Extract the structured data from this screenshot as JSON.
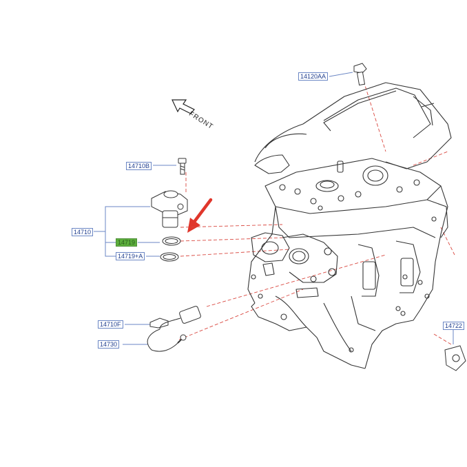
{
  "labels": {
    "l14120AA": "14120AA",
    "l14710B": "14710B",
    "l14710": "14710",
    "l14719": "14719",
    "l14719A": "14719+A",
    "l14710F": "14710F",
    "l14730": "14730",
    "l14722": "14722"
  },
  "front_label": "FRONT",
  "colors": {
    "label_text": "#1f3e8e",
    "label_border": "#6a86c4",
    "highlight": "#5cae3c",
    "leader_dash": "#d9473f",
    "arrow": "#e0362b"
  }
}
